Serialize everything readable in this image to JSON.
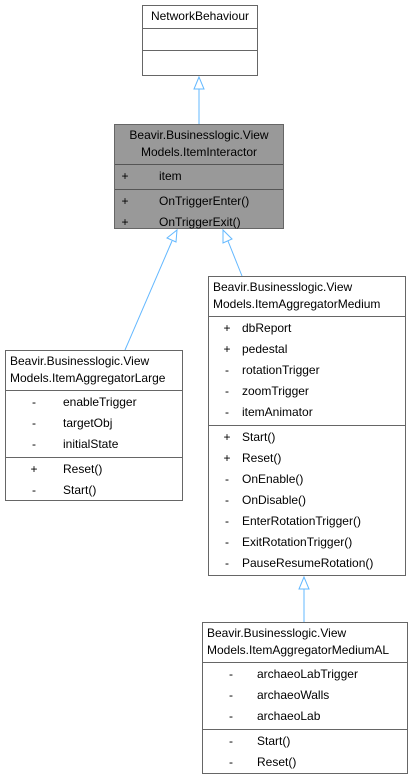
{
  "classes": {
    "network_behaviour": {
      "title": "NetworkBehaviour"
    },
    "item_interactor": {
      "title_line1": "Beavir.Businesslogic.View",
      "title_line2": "Models.ItemInteractor",
      "attributes": [
        {
          "vis": "+",
          "name": "item"
        }
      ],
      "methods": [
        {
          "vis": "+",
          "name": "OnTriggerEnter()"
        },
        {
          "vis": "+",
          "name": "OnTriggerExit()"
        }
      ]
    },
    "item_aggregator_large": {
      "title_line1": "Beavir.Businesslogic.View",
      "title_line2": "Models.ItemAggregatorLarge",
      "attributes": [
        {
          "vis": "-",
          "name": "enableTrigger"
        },
        {
          "vis": "-",
          "name": "targetObj"
        },
        {
          "vis": "-",
          "name": "initialState"
        }
      ],
      "methods": [
        {
          "vis": "+",
          "name": "Reset()"
        },
        {
          "vis": "-",
          "name": "Start()"
        }
      ]
    },
    "item_aggregator_medium": {
      "title_line1": "Beavir.Businesslogic.View",
      "title_line2": "Models.ItemAggregatorMedium",
      "attributes": [
        {
          "vis": "+",
          "name": "dbReport"
        },
        {
          "vis": "+",
          "name": "pedestal"
        },
        {
          "vis": "-",
          "name": "rotationTrigger"
        },
        {
          "vis": "-",
          "name": "zoomTrigger"
        },
        {
          "vis": "-",
          "name": "itemAnimator"
        }
      ],
      "methods": [
        {
          "vis": "+",
          "name": "Start()"
        },
        {
          "vis": "+",
          "name": "Reset()"
        },
        {
          "vis": "-",
          "name": "OnEnable()"
        },
        {
          "vis": "-",
          "name": "OnDisable()"
        },
        {
          "vis": "-",
          "name": "EnterRotationTrigger()"
        },
        {
          "vis": "-",
          "name": "ExitRotationTrigger()"
        },
        {
          "vis": "-",
          "name": "PauseResumeRotation()"
        }
      ]
    },
    "item_aggregator_medium_al": {
      "title_line1": "Beavir.Businesslogic.View",
      "title_line2": "Models.ItemAggregatorMediumAL",
      "attributes": [
        {
          "vis": "-",
          "name": "archaeoLabTrigger"
        },
        {
          "vis": "-",
          "name": "archaeoWalls"
        },
        {
          "vis": "-",
          "name": "archaeoLab"
        }
      ],
      "methods": [
        {
          "vis": "-",
          "name": "Start()"
        },
        {
          "vis": "-",
          "name": "Reset()"
        }
      ]
    }
  },
  "colors": {
    "arrow": "#63b8ff",
    "border": "#666666",
    "highlight_fill": "#999999"
  }
}
